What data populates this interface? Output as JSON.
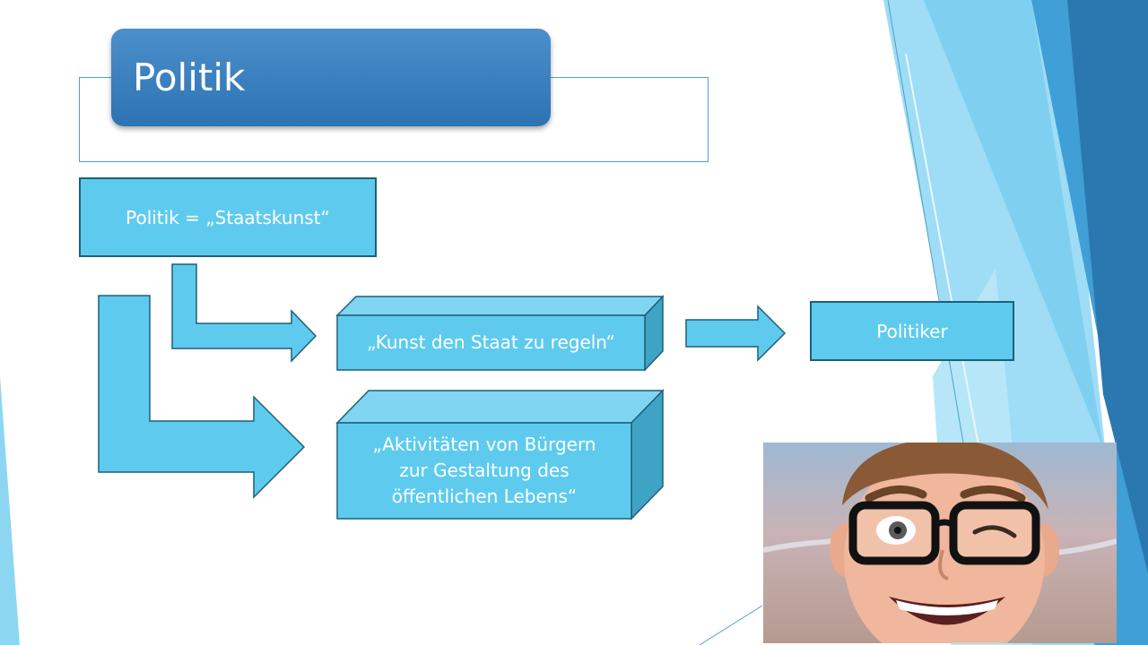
{
  "slide": {
    "title": "Politik",
    "definition": "Politik = „Staatskunst“",
    "meaning_1": "„Kunst den Staat zu regeln“",
    "meaning_2_lines": [
      "„Aktivitäten von Bürgern",
      "zur Gestaltung des",
      "öffentlichen Lebens“"
    ],
    "result": "Politiker"
  },
  "colors": {
    "box_fill": "#5ecbee",
    "box_border": "#1f5f78",
    "title_bar": "#2d73b3",
    "accent_dark": "#2b78b0",
    "accent_light": "#7fd0f0"
  },
  "icons": {
    "arrows": "bent-arrow, bent-arrow, right-arrow",
    "presenter": "cartoon-avatar-face"
  }
}
